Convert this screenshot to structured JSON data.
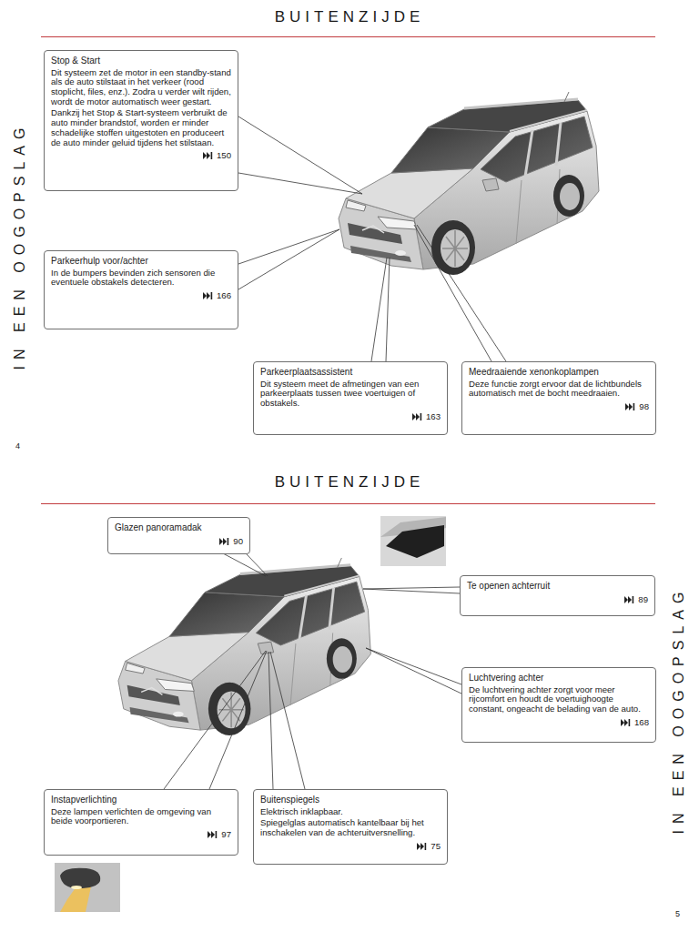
{
  "diagram": {
    "title": "BUITENZIJDE",
    "nodes": [
      {
        "text": [
          "Stop & Start",
          "Dit systeem zet de motor in een standby-stand als de auto stilstaat in het verkeer (rood stoplicht, files, enz.). Zodra u verder wilt rijden, wordt de motor automatisch weer gestart.",
          "Dankzij het Stop & Start-systeem verbruikt de auto minder brandstof, worden er minder schadelijke stoffen uitgestoten en produceert de auto minder geluid tijdens het stilstaan.",
          "150"
        ]
      },
      {
        "text": [
          "Parkeerhulp voor/achter",
          "In de bumpers bevinden zich sensoren die eventuele obstakels detecteren.",
          "166"
        ]
      },
      {
        "text": [
          "Parkeerplaatsassistent",
          "Dit systeem meet de afmetingen van een parkeerplaats tussen twee voertuigen of obstakels.",
          "163"
        ]
      },
      {
        "text": [
          "Meedraaiende xenonkoplampen",
          "Deze functie zorgt ervoor dat de lichtbundels automatisch met de bocht meedraaien.",
          "98"
        ]
      },
      {
        "text": [
          "Glazen panoramadak",
          "90"
        ]
      },
      {
        "text": [
          "Te openen achterruit",
          "89"
        ]
      },
      {
        "text": [
          "Luchtvering achter",
          "De luchtvering achter zorgt voor meer rijcomfort en houdt de voertuighoogte constant, ongeacht de belading van de auto.",
          "168"
        ]
      },
      {
        "text": [
          "Instapverlichting",
          "Deze lampen verlichten de omgeving van beide voorportieren.",
          "97"
        ]
      },
      {
        "text": [
          "Buitenspiegels",
          "Elektrisch inklapbaar.",
          "Spiegelglas automatisch kantelbaar bij het inschakelen van de achteruitversnelling.",
          "75"
        ]
      }
    ],
    "labels": [
      "IN EEN OOGOPSLAG",
      "4",
      "BUITENZIJDE",
      "IN EEN OOGOPSLAG",
      "5"
    ]
  }
}
